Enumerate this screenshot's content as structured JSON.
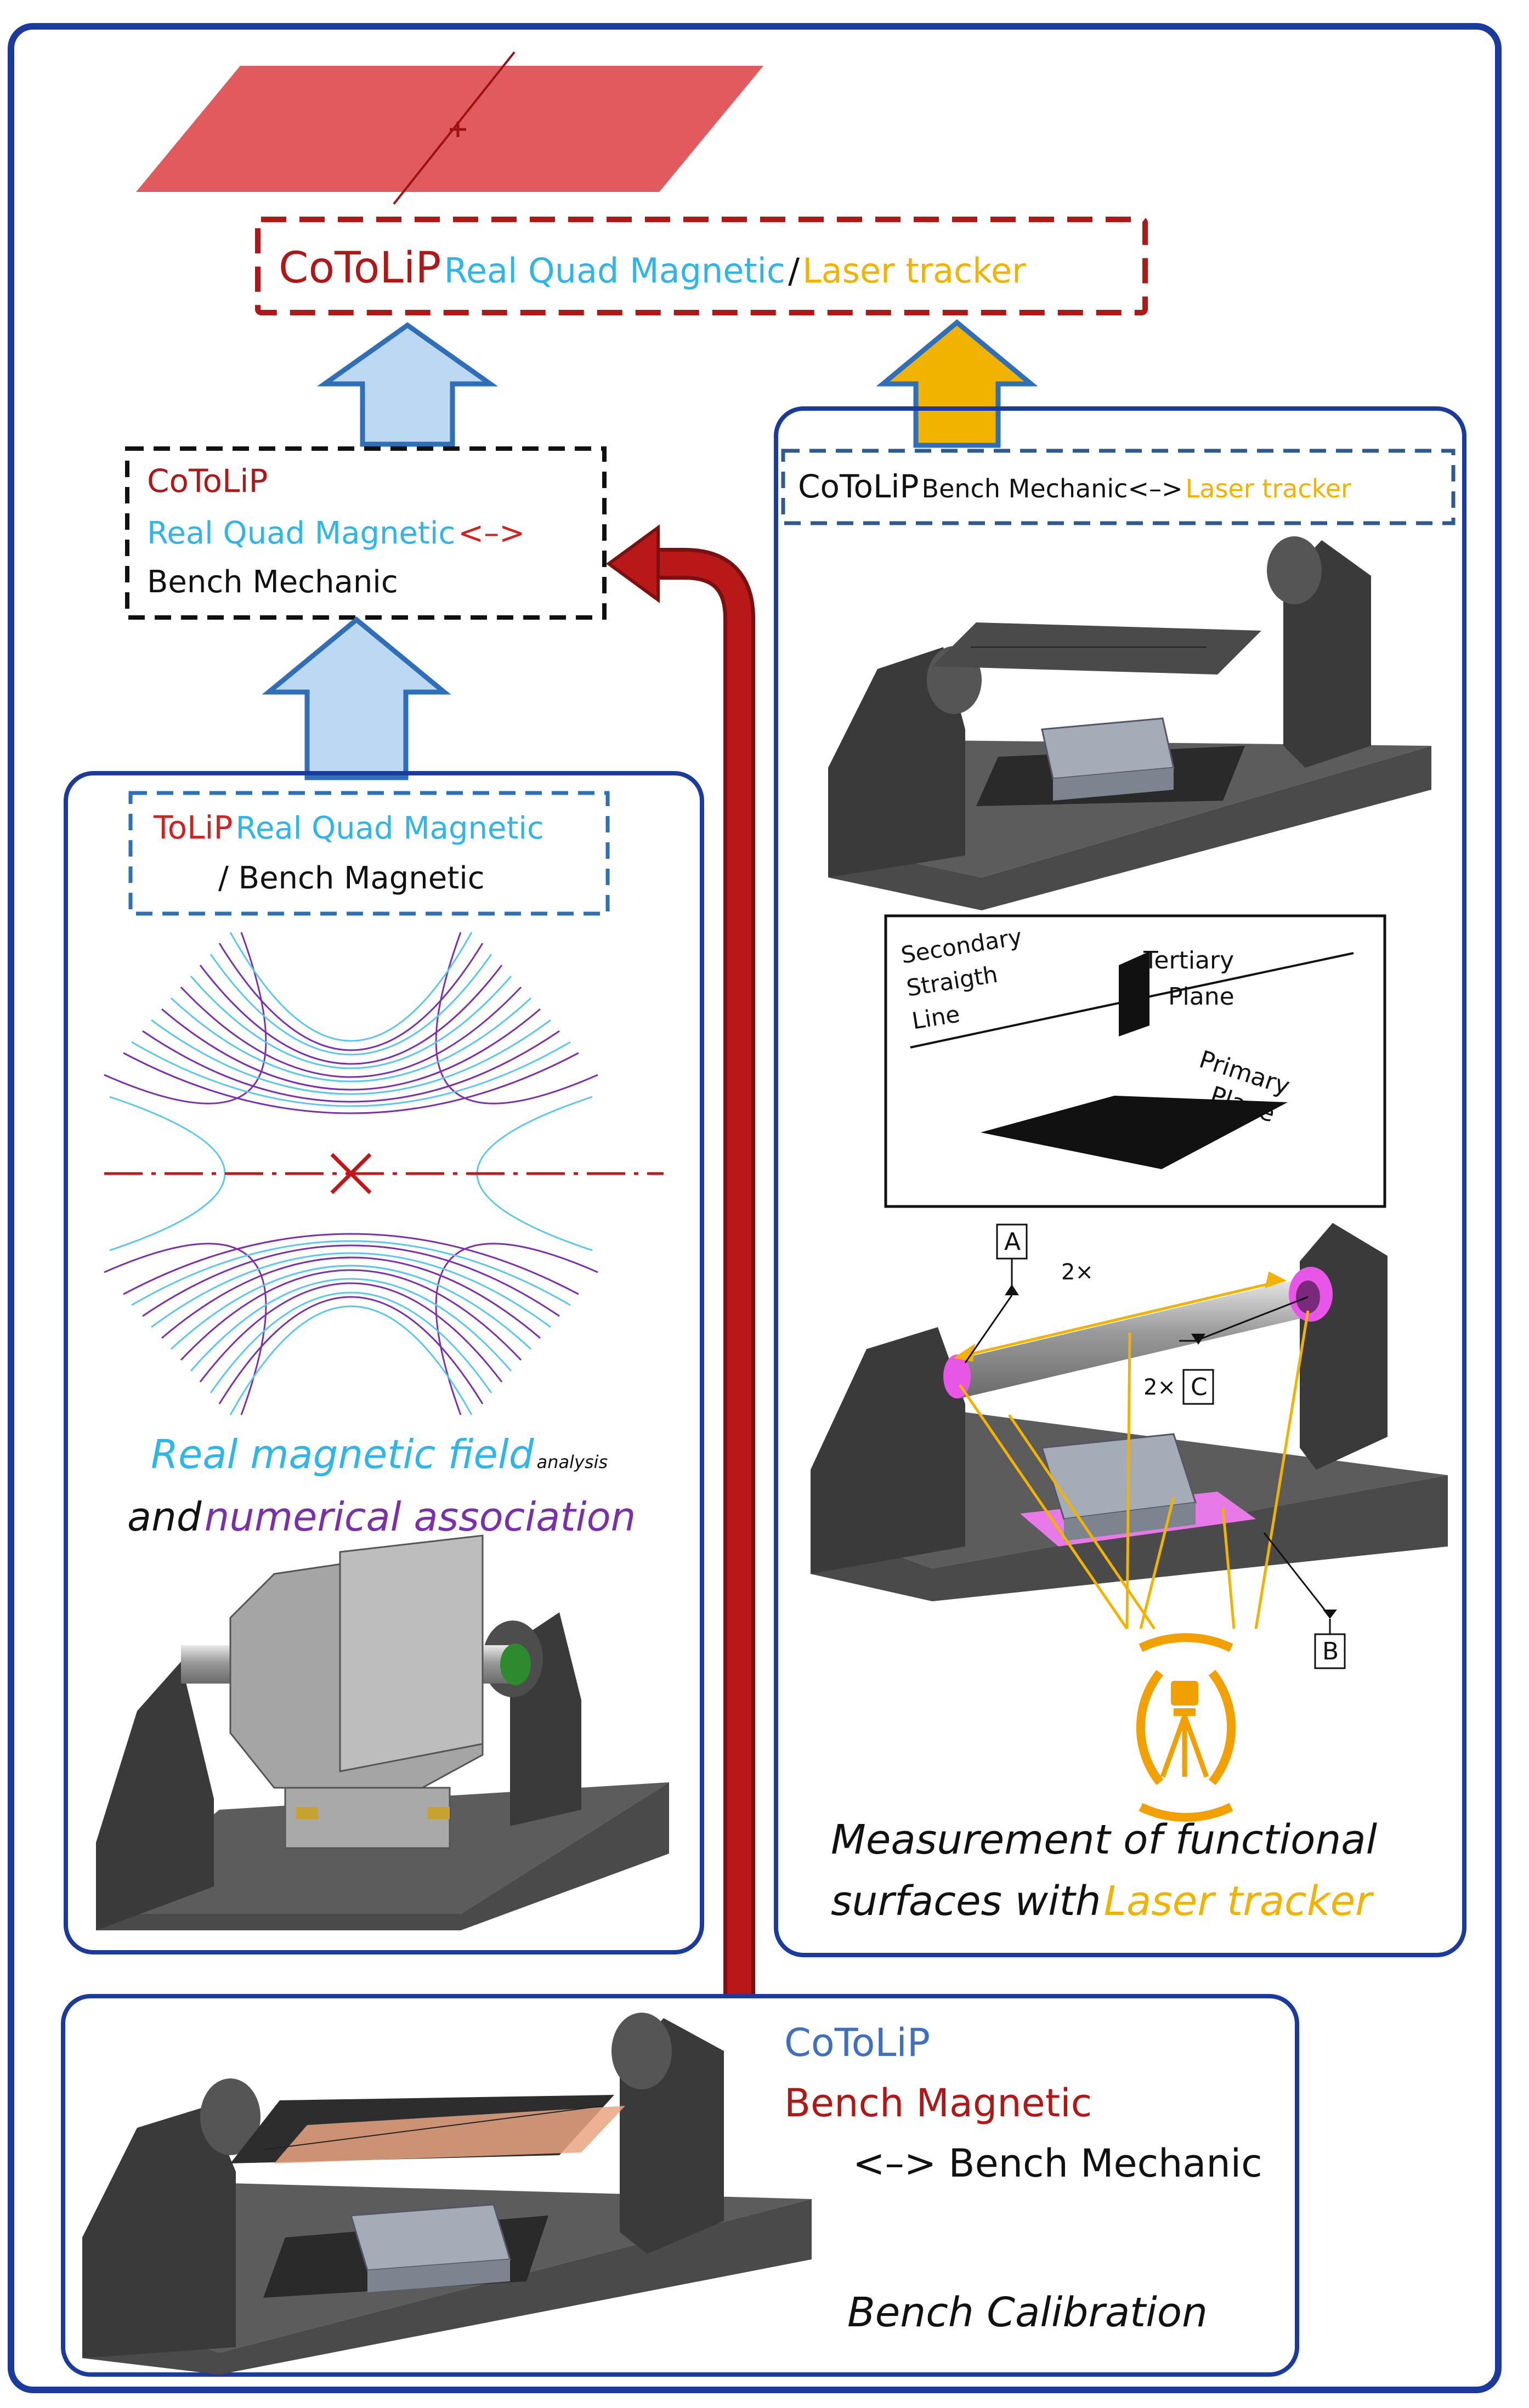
{
  "colors": {
    "frame": "#1a3a9e",
    "dark_red": "#b01818",
    "red": "#d32020",
    "cyan": "#2fb5e8",
    "gold": "#f2b200",
    "purple": "#7b2fa8",
    "blue_text": "#3e6fc2",
    "arrow_fill": "#bcd8f2",
    "arrow_stroke": "#2e6fb8"
  },
  "top_box": {
    "cotolip": "CoToLiP",
    "real_quad": "Real Quad Magnetic",
    "slash": "/",
    "laser": "Laser tracker"
  },
  "mid_box": {
    "cotolip": "CoToLiP",
    "real_quad": "Real Quad Magnetic",
    "link": "<–>",
    "bench": "Bench Mechanic"
  },
  "left_panel": {
    "tolip": "ToLiP",
    "real_quad": "Real Quad Magnetic",
    "bench_mag": "/ Bench Magnetic",
    "field_a": "Real magnetic field",
    "field_small": "analysis",
    "and": "and",
    "numerical": "numerical association"
  },
  "right_panel": {
    "cotolip": "CoToLiP",
    "bench": "Bench Mechanic",
    "link": "<–>",
    "laser": "Laser tracker",
    "secondary": [
      "Secondary",
      "Straigth",
      "Line"
    ],
    "tertiary": [
      "Tertiary",
      "Plane"
    ],
    "primary": [
      "Primary",
      "Plane"
    ],
    "datum_a": "A",
    "datum_b": "B",
    "datum_c": "C",
    "two_x_1": "2×",
    "two_x_2": "2×",
    "measure_1": "Measurement of functional",
    "measure_2": "surfaces with",
    "measure_laser": "Laser tracker"
  },
  "bottom_panel": {
    "cotolip": "CoToLiP",
    "bench_mag": "Bench Magnetic",
    "bench_mech": "<–> Bench Mechanic",
    "calibration": "Bench Calibration"
  }
}
